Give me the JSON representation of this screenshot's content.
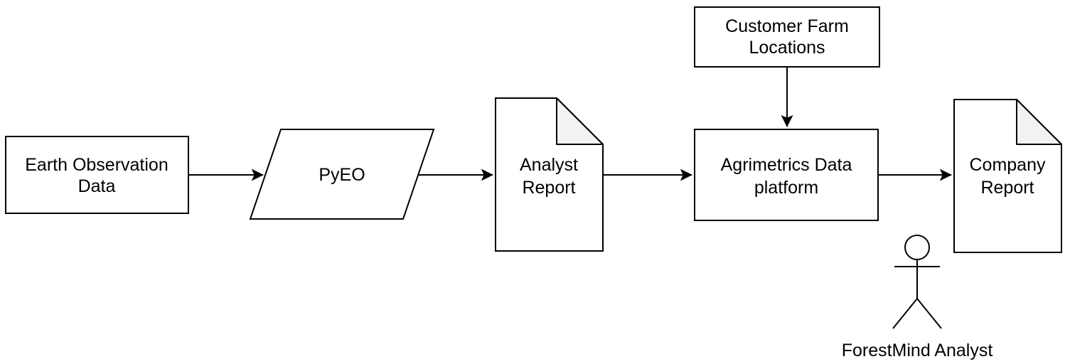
{
  "diagram": {
    "type": "flowchart",
    "background_color": "#ffffff",
    "stroke_color": "#000000",
    "document_fold_fill": "#f2f2f2",
    "nodes": {
      "earth_observation_data": {
        "shape": "rectangle",
        "lines": [
          "Earth Observation",
          "Data"
        ]
      },
      "pyeo": {
        "shape": "parallelogram",
        "lines": [
          "PyEO"
        ]
      },
      "analyst_report": {
        "shape": "document",
        "lines": [
          "Analyst",
          "Report"
        ]
      },
      "customer_farm_locations": {
        "shape": "rectangle",
        "lines": [
          "Customer Farm",
          "Locations"
        ]
      },
      "agrimetrics_data_platform": {
        "shape": "rectangle",
        "lines": [
          "Agrimetrics Data",
          "platform"
        ]
      },
      "company_report": {
        "shape": "document",
        "lines": [
          "Company",
          "Report"
        ]
      },
      "forestmind_analyst": {
        "shape": "actor",
        "label": "ForestMind Analyst"
      }
    },
    "edges": [
      {
        "from": "earth_observation_data",
        "to": "pyeo",
        "style": "arrow"
      },
      {
        "from": "pyeo",
        "to": "analyst_report",
        "style": "arrow"
      },
      {
        "from": "analyst_report",
        "to": "agrimetrics_data_platform",
        "style": "arrow"
      },
      {
        "from": "customer_farm_locations",
        "to": "agrimetrics_data_platform",
        "style": "arrow"
      },
      {
        "from": "agrimetrics_data_platform",
        "to": "company_report",
        "style": "arrow"
      }
    ]
  }
}
